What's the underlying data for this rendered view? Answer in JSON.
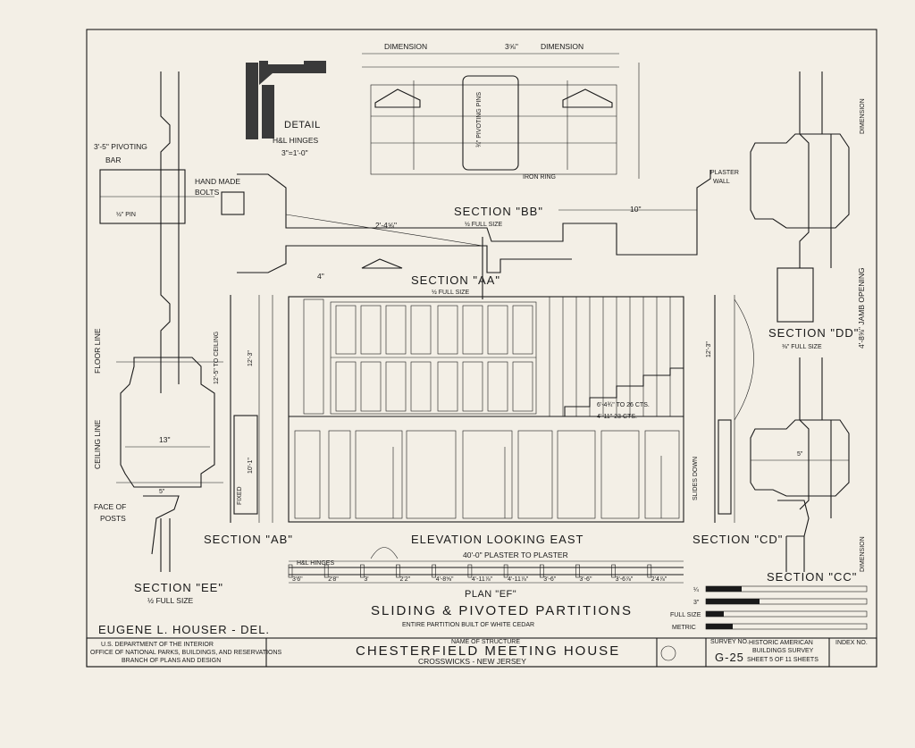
{
  "sheet": {
    "dimension_label": "DIMENSION",
    "dimension_mid": "3⅝\"",
    "detail_title": "DETAIL",
    "detail_sub1": "H&L HINGES",
    "detail_sub2": "3\"=1'-0\"",
    "pivot_bar_1": "3'-5\" PIVOTING",
    "pivot_bar_2": "BAR",
    "hand_made": "HAND MADE",
    "bolts": "BOLTS",
    "pin": "½\" PIN",
    "pivoting_pins": "¾\" PIVOTING PINS",
    "iron_ring": "IRON RING",
    "plaster_wall_1": "PLASTER",
    "plaster_wall_2": "WALL",
    "section_bb": "SECTION \"BB\"",
    "section_bb_scale": "½ FULL SIZE",
    "section_aa": "SECTION \"AA\"",
    "section_aa_scale": "½ FULL SIZE",
    "section_dd": "SECTION \"DD\"",
    "section_dd_scale": "⅜\" FULL SIZE",
    "section_cc": "SECTION \"CC\"",
    "section_ee": "SECTION \"EE\"",
    "section_ee_scale": "½ FULL SIZE",
    "section_ab": "SECTION \"AB\"",
    "section_cd": "SECTION \"CD\"",
    "elevation": "ELEVATION LOOKING EAST",
    "plan_ef": "PLAN \"EF\"",
    "plaster_to_plaster": "40'-0\" PLASTER TO PLASTER",
    "hl_hinges": "H&L HINGES",
    "floor_line": "FLOOR LINE",
    "ceiling_line": "CEILING LINE",
    "face_of_posts_1": "FACE OF",
    "face_of_posts_2": "POSTS",
    "to_ceiling": "12'-5\" TO CEILING",
    "jamb_opening": "4'-8⅝\" JAMB OPENING",
    "fixed": "FIXED",
    "slides_down": "SLIDES DOWN",
    "sliding_title": "SLIDING & PIVOTED PARTITIONS",
    "sliding_sub": "ENTIRE PARTITION BUILT OF WHITE CEDAR",
    "delineator": "EUGENE L. HOUSER - DEL.",
    "dim_12_3": "12'-3\"",
    "dim_10_1": "10'-1\"",
    "dim_13": "13\"",
    "dim_5": "5\"",
    "dim_2_4": "2'-4⅝\"",
    "dim_4": "4\"",
    "dim_10": "10\"",
    "tread_1": "6'-4¾\" TO 26 CTS.",
    "tread_2": "4'-11\" 23 CTS."
  },
  "plan_dims": [
    "3'6\"",
    "2'8\"",
    "3'",
    "2'2\"",
    "4'-8⅝\"",
    "4'-11⅞\"",
    "4'-11⅞\"",
    "3'-6\"",
    "3'-6\"",
    "3'-6⅞\"",
    "2'4⅞\""
  ],
  "scales": {
    "row1": "¼",
    "row2": "3\"",
    "row3": "FULL SIZE",
    "row4": "METRIC"
  },
  "title_block": {
    "agency_1": "U.S. DEPARTMENT OF THE INTERIOR",
    "agency_2": "OFFICE OF NATIONAL PARKS, BUILDINGS, AND RESERVATIONS",
    "agency_3": "BRANCH OF PLANS AND DESIGN",
    "name_label": "NAME OF STRUCTURE",
    "structure": "CHESTERFIELD MEETING HOUSE",
    "location": "CROSSWICKS - NEW JERSEY",
    "survey_label": "SURVEY NO.",
    "survey_no": "G-25",
    "habs_1": "HISTORIC AMERICAN",
    "habs_2": "BUILDINGS SURVEY",
    "sheet_of": "SHEET 5 OF 11 SHEETS",
    "index_label": "INDEX NO."
  }
}
